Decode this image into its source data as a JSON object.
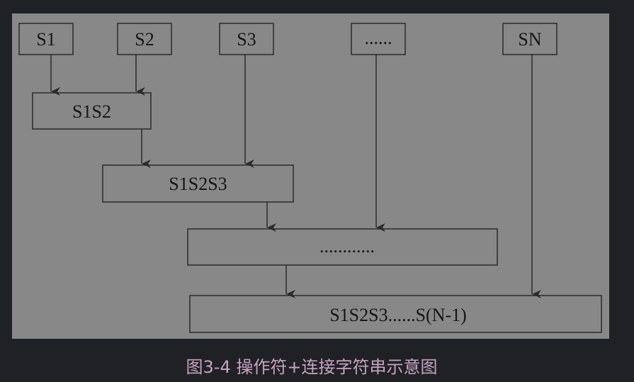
{
  "diagram": {
    "boxes": {
      "s1": "S1",
      "s2": "S2",
      "s3": "S3",
      "ellipsis_top": "......",
      "sn": "SN",
      "s1s2": "S1S2",
      "s1s2s3": "S1S2S3",
      "ellipsis_mid": "............",
      "final": "S1S2S3......S(N-1)"
    },
    "colors": {
      "panel": "#888888",
      "stroke": "#2a2a2a",
      "page_background": "#202124",
      "caption": "#c6a3c4"
    }
  },
  "caption": "图3-4 操作符+连接字符串示意图"
}
